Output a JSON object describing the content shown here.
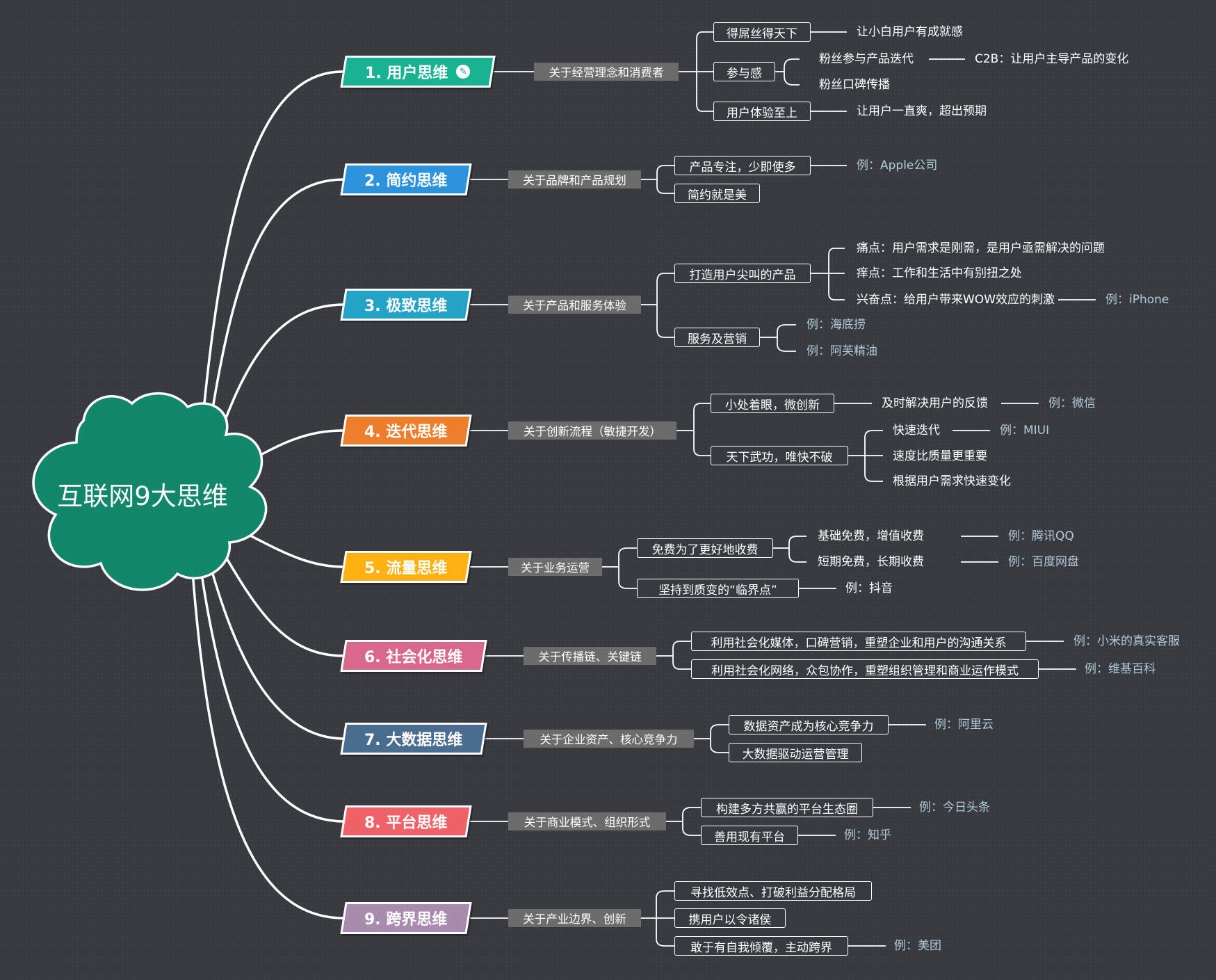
{
  "colors": {
    "background": "#373b40",
    "center": "#13876a",
    "b1": "#19b394",
    "b2": "#2d93dd",
    "b3": "#25a3c6",
    "b4": "#ef7e2c",
    "b5": "#fdb112",
    "b6": "#d9688a",
    "b7": "#4a6d8f",
    "b8": "#ee6268",
    "b9": "#a98bb0"
  },
  "center": {
    "title": "互联网9大思维"
  },
  "branches": [
    {
      "label": "1. 用户思维",
      "icon": "note-icon",
      "summary": "关于经营理念和消费者"
    },
    {
      "label": "2. 简约思维",
      "summary": "关于品牌和产品规划"
    },
    {
      "label": "3. 极致思维",
      "summary": "关于产品和服务体验"
    },
    {
      "label": "4. 迭代思维",
      "summary": "关于创新流程（敏捷开发）"
    },
    {
      "label": "5. 流量思维",
      "summary": "关于业务运营"
    },
    {
      "label": "6. 社会化思维",
      "summary": "关于传播链、关键链"
    },
    {
      "label": "7. 大数据思维",
      "summary": "关于企业资产、核心竞争力"
    },
    {
      "label": "8. 平台思维",
      "summary": "关于商业模式、组织形式"
    },
    {
      "label": "9. 跨界思维",
      "summary": "关于产业边界、创新"
    }
  ],
  "nodes": {
    "b1_1": "得屌丝得天下",
    "b1_1a": "让小白用户有成就感",
    "b1_2": "参与感",
    "b1_2a": "粉丝参与产品迭代",
    "b1_2a1": "C2B：让用户主导产品的变化",
    "b1_2b": "粉丝口碑传播",
    "b1_3": "用户体验至上",
    "b1_3a": "让用户一直爽，超出预期",
    "b2_1": "产品专注，少即使多",
    "b2_1a": "例：Apple公司",
    "b2_2": "简约就是美",
    "b3_1": "打造用户尖叫的产品",
    "b3_1a": "痛点：用户需求是刚需，是用户亟需解决的问题",
    "b3_1b": "痒点：工作和生活中有别扭之处",
    "b3_1c": "兴奋点：给用户带来WOW效应的刺激",
    "b3_1c1": "例：iPhone",
    "b3_2": "服务及营销",
    "b3_2a": "例：海底捞",
    "b3_2b": "例：阿芙精油",
    "b4_1": "小处着眼，微创新",
    "b4_1a": "及时解决用户的反馈",
    "b4_1a1": "例：微信",
    "b4_2": "天下武功，唯快不破",
    "b4_2a": "快速迭代",
    "b4_2a1": "例：MIUI",
    "b4_2b": "速度比质量更重要",
    "b4_2c": "根据用户需求快速变化",
    "b5_1": "免费为了更好地收费",
    "b5_1a": "基础免费，增值收费",
    "b5_1a1": "例：腾讯QQ",
    "b5_1b": "短期免费，长期收费",
    "b5_1b1": "例：百度网盘",
    "b5_2": "坚持到质变的“临界点”",
    "b5_2a": "例：抖音",
    "b6_1": "利用社会化媒体，口碑营销，重塑企业和用户的沟通关系",
    "b6_1a": "例：小米的真实客服",
    "b6_2": "利用社会化网络，众包协作，重塑组织管理和商业运作模式",
    "b6_2a": "例：维基百科",
    "b7_1": "数据资产成为核心竞争力",
    "b7_1a": "例：阿里云",
    "b7_2": "大数据驱动运营管理",
    "b8_1": "构建多方共赢的平台生态圈",
    "b8_1a": "例：今日头条",
    "b8_2": "善用现有平台",
    "b8_2a": "例：知乎",
    "b9_1": "寻找低效点、打破利益分配格局",
    "b9_2": "携用户以令诸侯",
    "b9_3": "敢于有自我倾覆，主动跨界",
    "b9_3a": "例：美团"
  }
}
